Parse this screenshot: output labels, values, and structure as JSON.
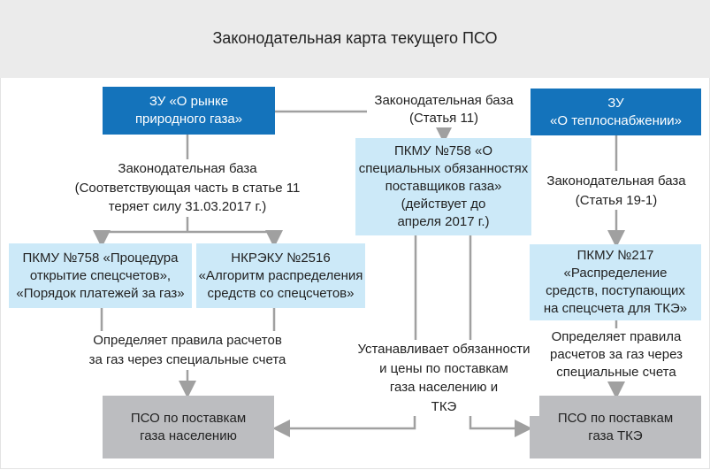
{
  "title": "Законодательная карта текущего ПСО",
  "nodes": {
    "zu_gas": "ЗУ «О рынке\nприродного газа»",
    "zu_heat": "ЗУ\n«О теплоснабжении»",
    "pkmu758_special": "ПКМУ №758 «О\nспециальных обязанностях\nпоставщиков газа»\n(действует до\nапреля 2017 г.)",
    "pkmu758_procedure": "ПКМУ №758 «Процедура\nоткрытие спецсчетов»,\n«Порядок платежей за газ»",
    "nkreku2516": "НКРЭКУ №2516\n«Алгоритм распределения\nсредств со спецсчетов»",
    "pkmu217": "ПКМУ №217\n«Распределение\nсредств, поступающих\nна спецсчета для ТКЭ»",
    "pso_population": "ПСО по поставкам\nгаза населению",
    "pso_tke": "ПСО по поставкам\nгаза ТКЭ"
  },
  "labels": {
    "base_art11": "Законодательная база\n(Статья 11)",
    "base_art11_part": "Законодательная база\n(Соответствующая часть в статье 11\nтеряет силу 31.03.2017 г.)",
    "base_art19": "Законодательная база\n(Статья 19-1)",
    "rules_left": "Определяет правила расчетов\nза газ через специальные счета",
    "obligations": "Устанавливает обязанности\nи цены по поставкам\nгаза населению и\nТКЭ",
    "rules_right": "Определяет правила\nрасчетов за газ через\nспециальные счета"
  },
  "colors": {
    "dark_blue": "#1473bb",
    "light_blue": "#cce9f8",
    "grey": "#bcbdc0",
    "line": "#a0a0a0"
  }
}
